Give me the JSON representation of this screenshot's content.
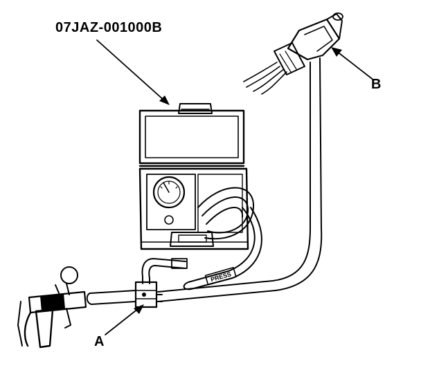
{
  "labels": {
    "part_number": "07JAZ-001000B",
    "callout_a": "A",
    "callout_b": "B",
    "hose_tag": "PRESS"
  }
}
